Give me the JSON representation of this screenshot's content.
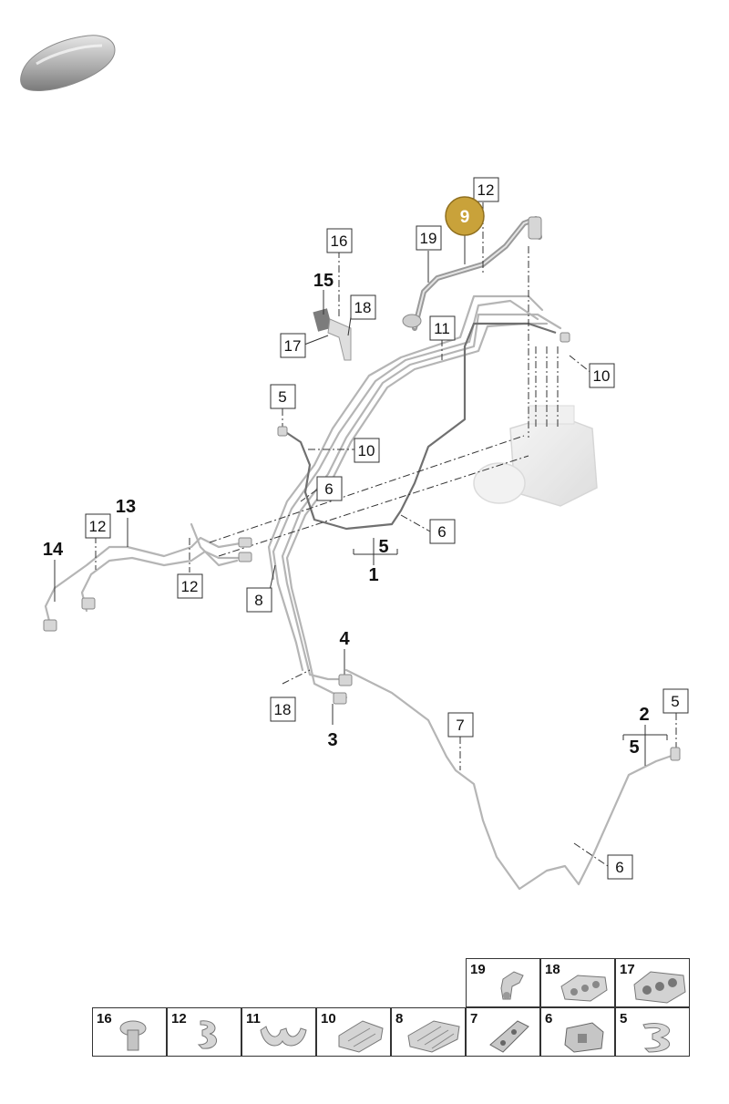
{
  "callouts": {
    "c12_top": "12",
    "c9": "9",
    "c19": "19",
    "c16": "16",
    "c15": "15",
    "c18_top": "18",
    "c17": "17",
    "c11": "11",
    "c10_right": "10",
    "c5_left": "5",
    "c10_mid": "10",
    "c6_mid": "6",
    "c6_right": "6",
    "c5_group1": "5",
    "c1": "1",
    "c13": "13",
    "c12_left": "12",
    "c14": "14",
    "c12_lower": "12",
    "c8": "8",
    "c4": "4",
    "c18_lower": "18",
    "c3": "3",
    "c7": "7",
    "c2": "2",
    "c5_right_box": "5",
    "c5_group2": "5",
    "c6_bottom": "6"
  },
  "legend": {
    "top_row": [
      "19",
      "18",
      "17"
    ],
    "bottom_row": [
      "16",
      "12",
      "11",
      "10",
      "8",
      "7",
      "6",
      "5"
    ]
  },
  "colors": {
    "highlight": "#c9a23a",
    "line": "#333333",
    "pipe": "#b8b8b8"
  }
}
